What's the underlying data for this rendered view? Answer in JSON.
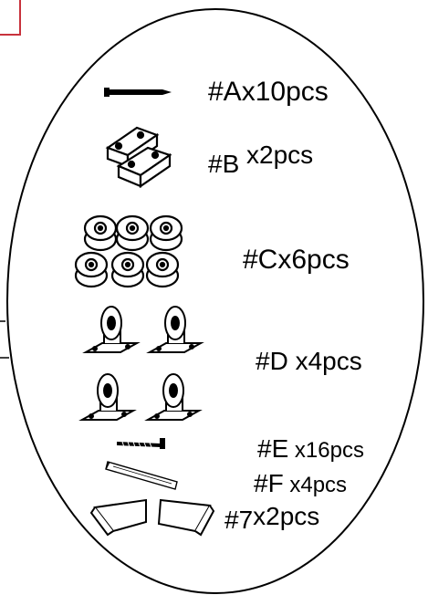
{
  "parts": [
    {
      "code": "#A",
      "qty": "x10pcs",
      "icon": "screw-icon"
    },
    {
      "code": "#B",
      "qty": " x2pcs",
      "icon": "wood-block-icon"
    },
    {
      "code": "#C",
      "qty": "x6pcs",
      "icon": "round-foot-icon"
    },
    {
      "code": "#D",
      "qty": " x4pcs",
      "icon": "caster-wheel-icon"
    },
    {
      "code": "#E",
      "qty": " x16pcs",
      "icon": "small-screw-icon"
    },
    {
      "code": "#F",
      "qty": " x4pcs",
      "icon": "metal-rail-icon"
    },
    {
      "code": "#7",
      "qty": "x2pcs",
      "icon": "bracket-icon"
    }
  ],
  "colors": {
    "ink": "#000000",
    "accent_box": "#c8323c",
    "background": "#ffffff"
  }
}
